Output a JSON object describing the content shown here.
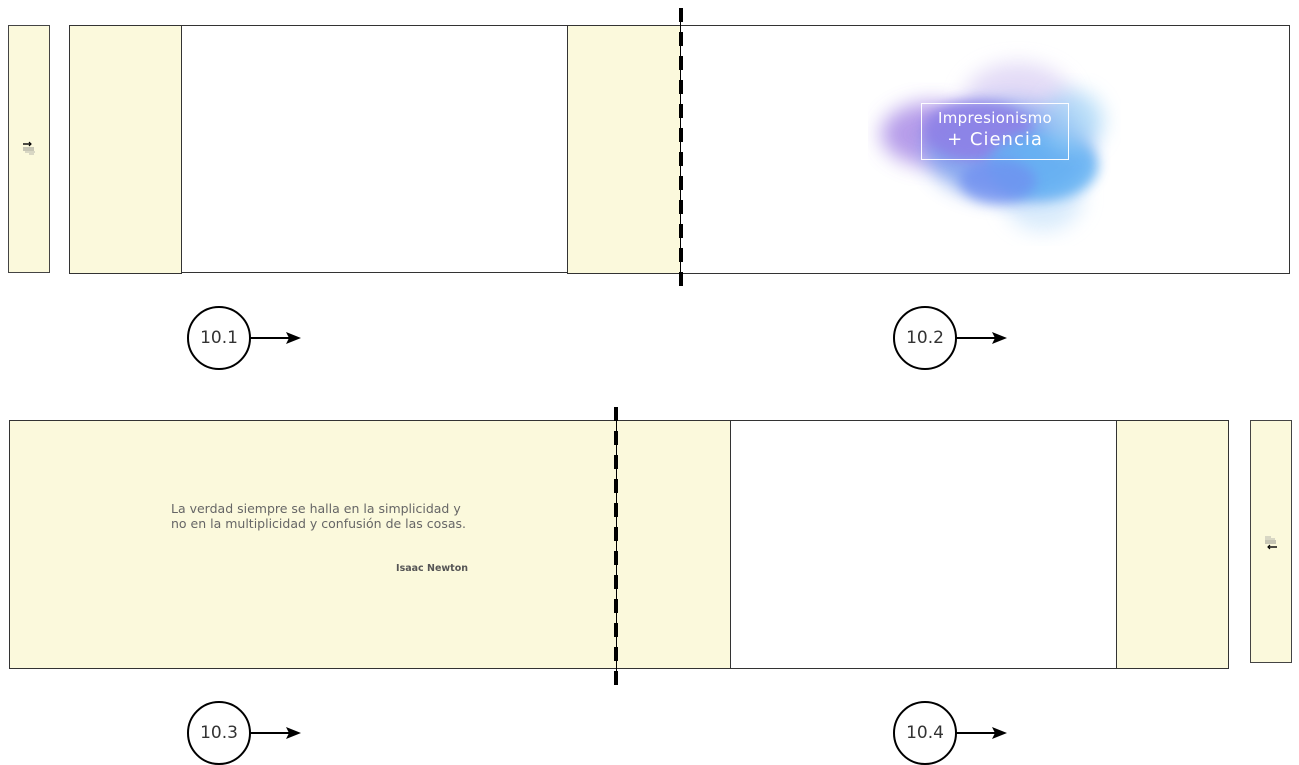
{
  "presentation": {
    "title_line1": "Impresionismo",
    "title_line2": "+ Ciencia",
    "quote": "La verdad siempre se halla en la simplicidad y no en la multiplicidad y confusión de las cosas.",
    "quote_author": "Isaac Newton"
  },
  "steps": [
    {
      "label": "10.1"
    },
    {
      "label": "10.2"
    },
    {
      "label": "10.3"
    },
    {
      "label": "10.4"
    }
  ],
  "colors": {
    "panel_cream": "#fbf9dc",
    "border": "#333333",
    "fold_line": "#000000",
    "watercolor_purple": "#9b7de0",
    "watercolor_blue": "#5aa8f0"
  },
  "icons": [
    "arrow-right-icon",
    "fold-glyph-icon",
    "watercolor-cloud-icon"
  ]
}
